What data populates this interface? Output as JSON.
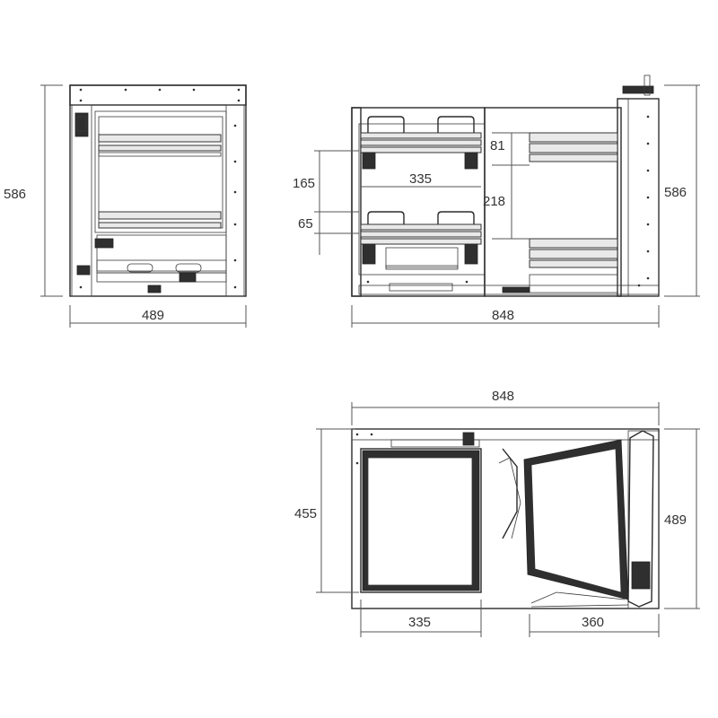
{
  "views": {
    "front": {
      "height_label": "586",
      "width_label": "489"
    },
    "side": {
      "width_label": "848",
      "height_label": "586",
      "basket_spacing_label": "165",
      "inner_width_label": "335",
      "basket_depth_label": "65",
      "top_gap_label": "81",
      "middle_gap_label": "218"
    },
    "plan": {
      "width_label": "848",
      "depth_left_label": "455",
      "depth_right_label": "489",
      "left_basket_label": "335",
      "right_basket_label": "360"
    }
  }
}
